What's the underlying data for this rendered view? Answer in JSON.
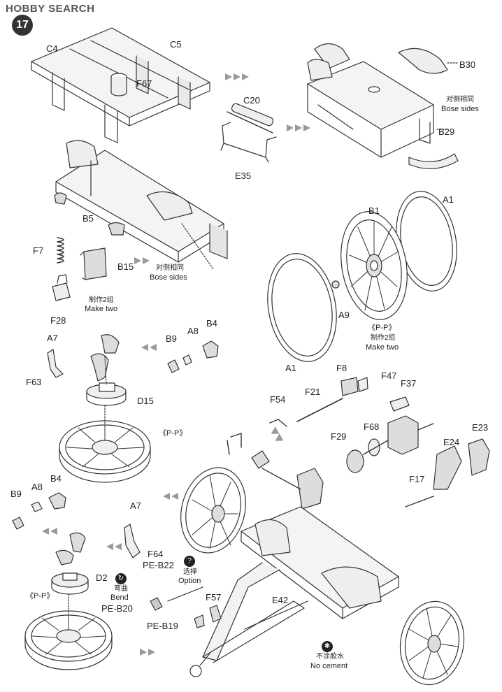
{
  "watermark": {
    "brand": "HOBBY SEARCH"
  },
  "step_number": "17",
  "parts": {
    "C4": "C4",
    "C5": "C5",
    "F67": "F67",
    "B30": "B30",
    "C20": "C20",
    "E35": "E35",
    "B29": "B29",
    "B5": "B5",
    "F7": "F7",
    "B15": "B15",
    "F28": "F28",
    "B1": "B1",
    "A1_top": "A1",
    "A1_bottom": "A1",
    "A9": "A9",
    "A7_top": "A7",
    "A8_top": "A8",
    "B4_top": "B4",
    "B9_top": "B9",
    "F63": "F63",
    "D15": "D15",
    "F8": "F8",
    "F47": "F47",
    "F21": "F21",
    "F37": "F37",
    "F54": "F54",
    "F68": "F68",
    "F29": "F29",
    "E23": "E23",
    "E24": "E24",
    "F17": "F17",
    "B9_bottom": "B9",
    "A8_bottom": "A8",
    "B4_bottom": "B4",
    "A7_bottom": "A7",
    "F64": "F64",
    "PE_B22": "PE-B22",
    "D2": "D2",
    "PE_B20": "PE-B20",
    "F57": "F57",
    "PE_B19": "PE-B19",
    "E42": "E42"
  },
  "notes": {
    "bose_sides_1_cn": "对侧相同",
    "bose_sides_1_en": "Bose sides",
    "bose_sides_2_cn": "对侧相同",
    "bose_sides_2_en": "Bose sides",
    "make_two_1_cn": "制作2组",
    "make_two_1_en": "Make two",
    "pp_1": "《P-P》",
    "make_two_2_cn": "制作2组",
    "make_two_2_en": "Make two",
    "pp_2": "《P-P》",
    "pp_3": "《P-P》",
    "bend_cn": "弯曲",
    "bend_en": "Bend",
    "option_cn": "选择",
    "option_en": "Option",
    "no_cement_cn": "不涂胶水",
    "no_cement_en": "No cement"
  },
  "icons": {
    "step": "step-badge-icon",
    "bend": "bend-icon",
    "option": "option-icon",
    "no_cement": "no-cement-icon"
  }
}
